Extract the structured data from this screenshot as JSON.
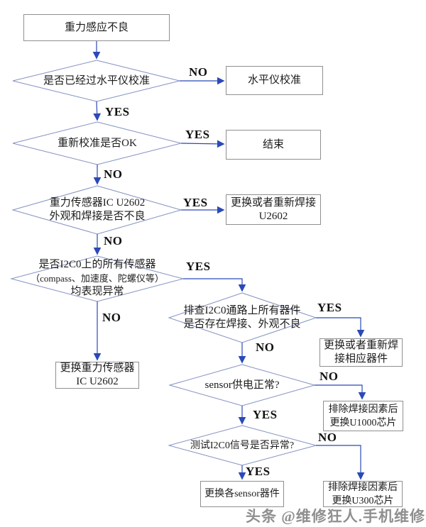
{
  "nodes": {
    "start": "重力感应不良",
    "d1": "是否已经过水平仪校准",
    "box_level_cal": "水平仪校准",
    "d2": "重新校准是否OK",
    "box_end": "结束",
    "d3_line1": "重力传感器IC U2602",
    "d3_line2": "外观和焊接是否不良",
    "box_resolder_u2602_line1": "更换或者重新焊接",
    "box_resolder_u2602_line2": "U2602",
    "d4_line1": "是否I2C0上的所有传感器",
    "d4_line2": "（compass、加速度、陀螺仪等）",
    "d4_line3": "均表现异常",
    "box_replace_u2602_line1": "更换重力传感器",
    "box_replace_u2602_line2": "IC U2602",
    "d5_line1": "排查I2C0通路上所有器件",
    "d5_line2": "是否存在焊接、外观不良",
    "box_resolder_parts_line1": "更换或者重新焊",
    "box_resolder_parts_line2": "接相应器件",
    "d6": "sensor供电正常?",
    "box_u1000_line1": "排除焊接因素后",
    "box_u1000_line2": "更换U1000芯片",
    "d7": "测试I2C0信号是否异常?",
    "box_sensors": "更换各sensor器件",
    "box_u300_line1": "排除焊接因素后",
    "box_u300_line2": "更换U300芯片"
  },
  "edges": {
    "d1_no": "NO",
    "d1_yes": "YES",
    "d2_yes": "YES",
    "d2_no": "NO",
    "d3_yes": "YES",
    "d3_no": "NO",
    "d4_yes": "YES",
    "d4_no": "NO",
    "d5_yes": "YES",
    "d5_no": "NO",
    "d6_no": "NO",
    "d6_yes": "YES",
    "d7_no": "NO",
    "d7_yes": "YES"
  },
  "watermark": "头条 @维修狂人.手机维修",
  "colors": {
    "connector": "#2b49b8",
    "diamond_border": "#8392c2",
    "box_border": "#8f8f8f",
    "text": "#1c1c1c",
    "watermark": "#8f8f8f"
  }
}
